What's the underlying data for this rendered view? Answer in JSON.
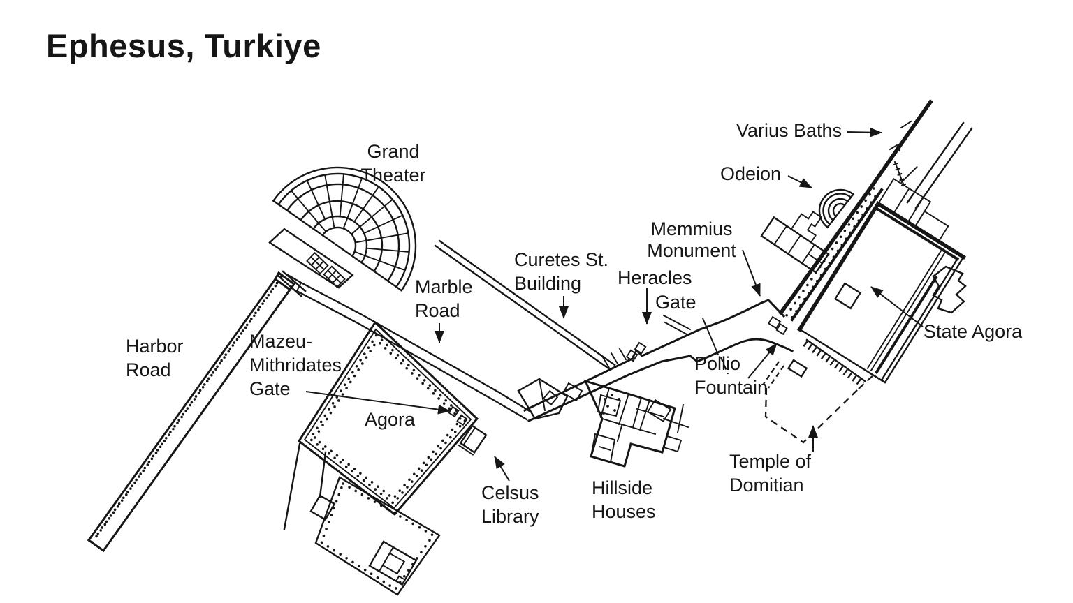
{
  "title": "Ephesus, Turkiye",
  "map": {
    "colors": {
      "ink": "#161616",
      "background": "#ffffff"
    },
    "labels": {
      "grand_theater": {
        "line1": "Grand",
        "line2": "Theater"
      },
      "harbor_road": {
        "line1": "Harbor",
        "line2": "Road"
      },
      "mazeu_gate": {
        "line1": "Mazeu-",
        "line2": "Mithridates",
        "line3": "Gate"
      },
      "agora": {
        "line1": "Agora"
      },
      "celsus_library": {
        "line1": "Celsus",
        "line2": "Library"
      },
      "marble_road": {
        "line1": "Marble",
        "line2": "Road"
      },
      "curetes_building": {
        "line1": "Curetes St.",
        "line2": "Building"
      },
      "heracles_gate": {
        "line1": "Heracles",
        "line2": "Gate"
      },
      "memmius_monument": {
        "line1": "Memmius",
        "line2": "Monument"
      },
      "pollio_fountain": {
        "line1": "Pollio",
        "line2": "Fountain"
      },
      "hillside_houses": {
        "line1": "Hillside",
        "line2": "Houses"
      },
      "temple_domitian": {
        "line1": "Temple of",
        "line2": "Domitian"
      },
      "varius_baths": {
        "line1": "Varius Baths"
      },
      "odeion": {
        "line1": "Odeion"
      },
      "state_agora": {
        "line1": "State Agora"
      }
    }
  }
}
